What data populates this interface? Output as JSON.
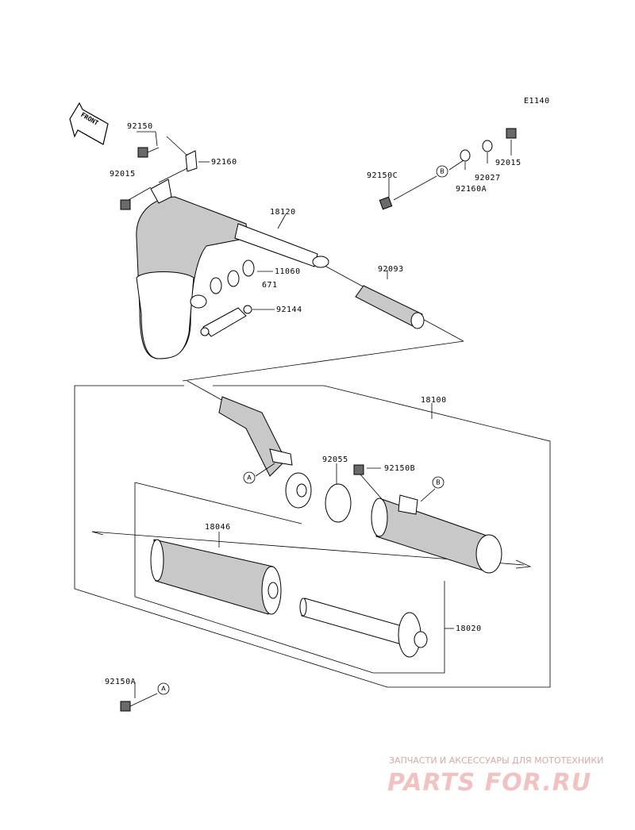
{
  "diagram_code": "E1140",
  "front_label": "FRONT",
  "callouts": {
    "c92150": "92150",
    "c92160": "92160",
    "c92015a": "92015",
    "c18120": "18120",
    "c11060": "11060",
    "c671": "671",
    "c92144": "92144",
    "c92093": "92093",
    "c92150c": "92150C",
    "c92027": "92027",
    "c92160a": "92160A",
    "c92015b": "92015",
    "c18100": "18100",
    "c92055": "92055",
    "c92150b": "92150B",
    "c18046": "18046",
    "c18020": "18020",
    "c92150a": "92150A"
  },
  "ref_marks": {
    "a1": "A",
    "a2": "A",
    "b1": "B",
    "b2": "B"
  },
  "watermark": {
    "subtitle": "ЗАПЧАСТИ И АКСЕССУАРЫ ДЛЯ МОТОТЕХНИКИ",
    "brand": "PARTS FOR.RU"
  }
}
